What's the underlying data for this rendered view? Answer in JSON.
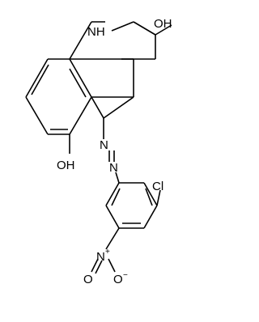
{
  "molecule": {
    "labels": {
      "nh": "NH",
      "oh_top": "OH",
      "oh_left": "OH",
      "azo_n1": "N",
      "azo_n2": "N",
      "cl": "Cl",
      "nitro_n": "N",
      "nitro_n_charge": "+",
      "nitro_o_top": "O",
      "nitro_o_right": "O",
      "nitro_o_right_charge": "−"
    },
    "colors": {
      "bond": "#000000",
      "text": "#000000",
      "background": "#ffffff"
    }
  }
}
